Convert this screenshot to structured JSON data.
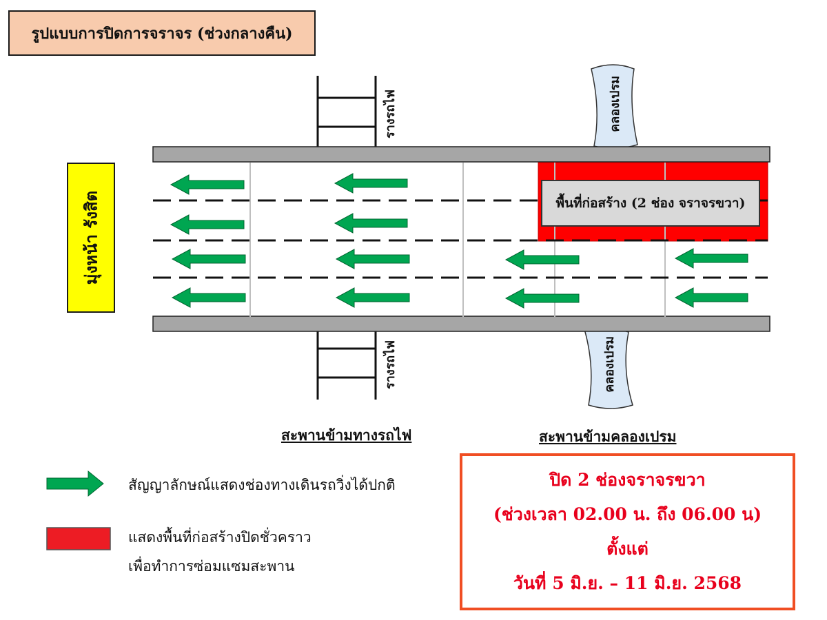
{
  "title": "รูปแบบการปิดการจราจร (ช่วงกลางคืน)",
  "direction_label": "มุ่งหน้า รังสิต",
  "railway_label": "รางรถไฟ",
  "canal_label": "คลองเปรม",
  "construction_area_label": "พื้นที่ก่อสร้าง (2 ช่อง จราจรขวา)",
  "bridge_labels": {
    "railway_bridge": "สะพานข้ามทางรถไฟ",
    "canal_bridge": "สะพานข้ามคลองเปรม"
  },
  "legend": {
    "arrow_text": "สัญญาลักษณ์แสดงช่องทางเดินรถวิ่งได้ปกติ",
    "red_line1": "แสดงพื้นที่ก่อสร้างปิดชั่วคราว",
    "red_line2": "เพื่อทำการซ่อมแซมสะพาน"
  },
  "notice": {
    "line1": "ปิด 2 ช่องจราจรขวา",
    "line2": "(ช่วงเวลา 02.00 น. ถึง 06.00 น)",
    "line3": "ตั้งแต่",
    "line4": "วันที่ 5 มิ.ย. – 11 มิ.ย. 2568"
  },
  "colors": {
    "title_bg": "#f8cbad",
    "direction_bg": "#ffff00",
    "arrow_green": "#00a651",
    "construction_red": "#ff0000",
    "notice_border": "#f04e23",
    "notice_text": "#e8001c",
    "road_edge": "#a6a6a6",
    "canal_fill": "#dbe9f7"
  }
}
